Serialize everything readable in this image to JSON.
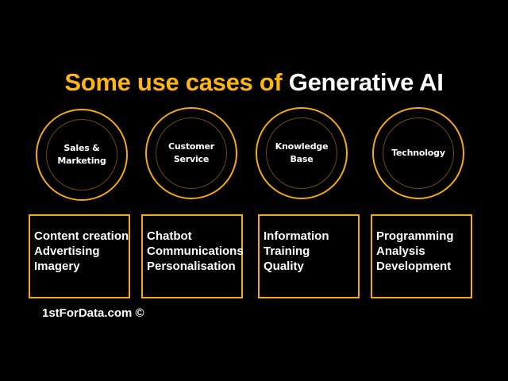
{
  "title": {
    "highlight": "Some use cases of ",
    "rest": "Generative AI"
  },
  "categories": [
    {
      "label": "Sales &\nMarketing",
      "items": [
        "Content creation",
        "Advertising",
        "Imagery"
      ]
    },
    {
      "label": "Customer\nService",
      "items": [
        "Chatbot",
        "Communications",
        "Personalisation"
      ]
    },
    {
      "label": "Knowledge\nBase",
      "items": [
        "Information",
        "Training",
        "Quality"
      ]
    },
    {
      "label": "Technology",
      "items": [
        "Programming",
        "Analysis",
        "Development"
      ]
    }
  ],
  "footer": "1stForData.com ©",
  "colors": {
    "accent": "#F5A913",
    "title_accent": "#FDB515",
    "background": "#000000",
    "text": "#FFFFFF"
  }
}
